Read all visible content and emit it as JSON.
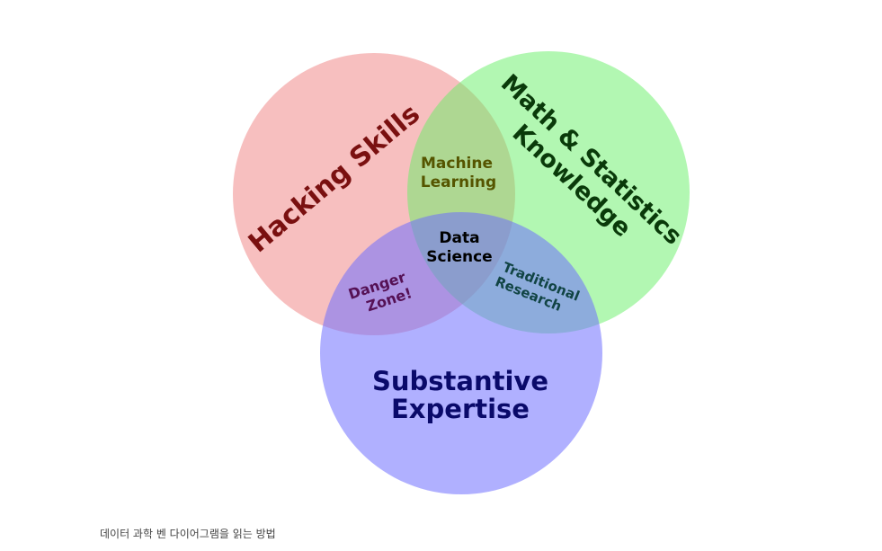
{
  "circles": {
    "hacking": {
      "label": "Hacking Skills",
      "color": "#f08080"
    },
    "math": {
      "label_line1": "Math & Statistics",
      "label_line2": "Knowledge",
      "color": "#66f066"
    },
    "substantive": {
      "label_line1": "Substantive",
      "label_line2": "Expertise",
      "color": "#7070ff"
    }
  },
  "intersections": {
    "machine_learning": {
      "line1": "Machine",
      "line2": "Learning",
      "color": "#555500"
    },
    "danger_zone": {
      "line1": "Danger",
      "line2": "Zone!",
      "color": "#551155"
    },
    "traditional_research": {
      "line1": "Traditional",
      "line2": "Research",
      "color": "#114444"
    },
    "data_science": {
      "line1": "Data",
      "line2": "Science",
      "color": "#000000"
    }
  },
  "label_colors": {
    "hacking": "#7a1010",
    "math": "#0a3a0a",
    "substantive": "#0a0a6a"
  },
  "caption": "데이터 과학 벤 다이어그램을 읽는 방법"
}
